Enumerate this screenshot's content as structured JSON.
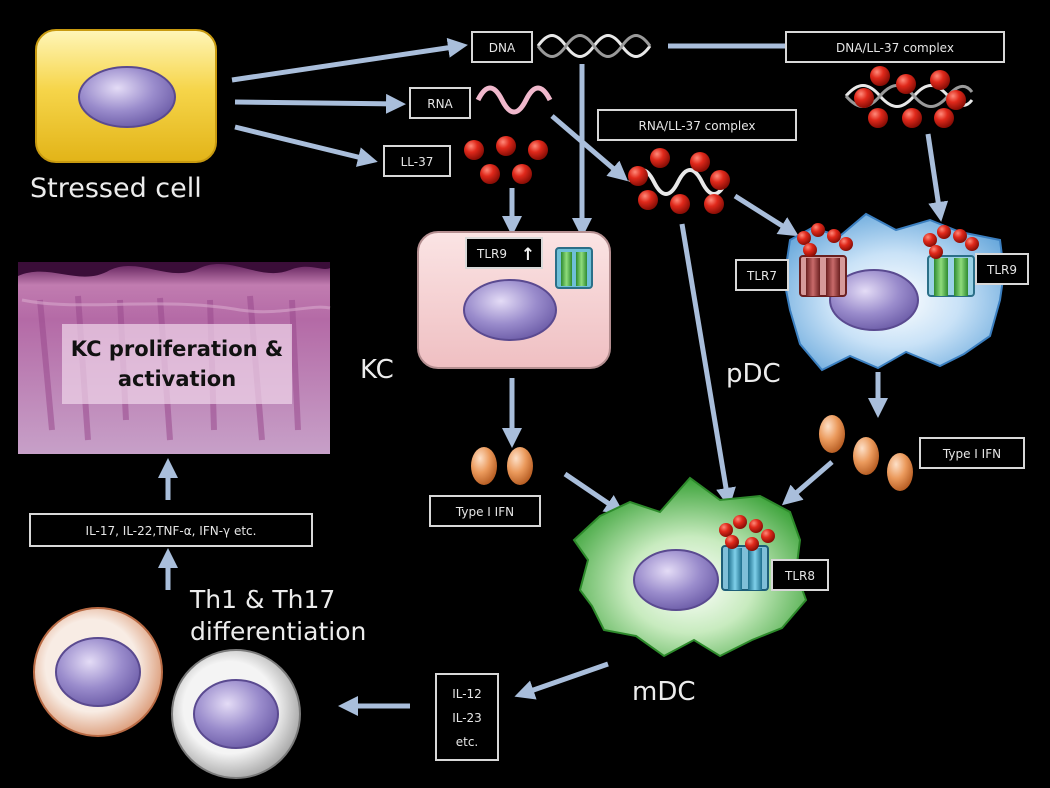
{
  "colors": {
    "background": "#000000",
    "arrow": "#a9bedb",
    "label_border": "#d8d8d8",
    "nucleus": "#8e7fc0",
    "ll37_bead": "#d82a1c",
    "ifn_granule": "#e8955a",
    "stressed_cell_fill": "#f4cf3a",
    "kc_fill": "#f3c9cc",
    "pdc_fill": "#9ec9ee",
    "mdc_fill": "#7ccb6c",
    "tissue_fill": "#b86aa2",
    "tlr9_receptor": "#5bb85a",
    "tlr7_receptor": "#a64a4a",
    "tlr8_receptor": "#3c9ec2"
  },
  "labels": {
    "stressed_cell": "Stressed cell",
    "dna": "DNA",
    "rna": "RNA",
    "ll37": "LL-37",
    "dna_ll37_complex": "DNA/LL-37  complex",
    "rna_ll37_complex": "RNA/LL-37  complex",
    "kc_tlr9": "TLR9",
    "kc_tlr9_up_arrow": "↑",
    "kc": "KC",
    "tlr7": "TLR7",
    "tlr9": "TLR9",
    "pdc": "pDC",
    "type_i_ifn_left": "Type I IFN",
    "type_i_ifn_right": "Type I IFN",
    "tlr8": "TLR8",
    "mdc": "mDC",
    "il12": "IL-12",
    "il23": "IL-23",
    "etc": "etc.",
    "th_line1": "Th1 & Th17",
    "th_line2": "differentiation",
    "cytokines": "IL-17, IL-22,TNF-α, IFN-γ etc.",
    "kc_prolif_line1": "KC proliferation &",
    "kc_prolif_line2": "activation"
  }
}
